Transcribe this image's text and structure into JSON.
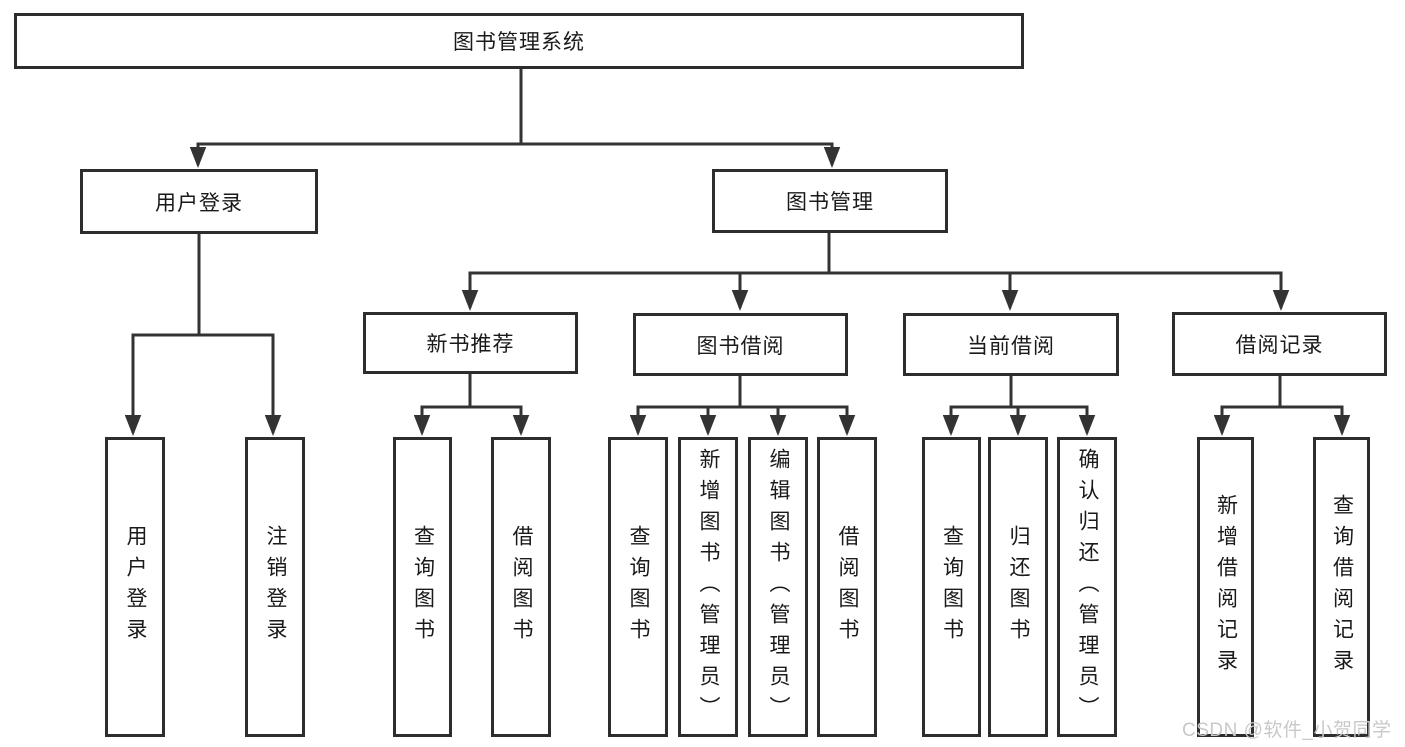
{
  "tree": {
    "label": "图书管理系统",
    "children": [
      {
        "label": "用户登录",
        "children": [
          {
            "label": "用户登录"
          },
          {
            "label": "注销登录"
          }
        ]
      },
      {
        "label": "图书管理",
        "children": [
          {
            "label": "新书推荐",
            "children": [
              {
                "label": "查询图书"
              },
              {
                "label": "借阅图书"
              }
            ]
          },
          {
            "label": "图书借阅",
            "children": [
              {
                "label": "查询图书"
              },
              {
                "label": "新增图书（管理员）"
              },
              {
                "label": "编辑图书（管理员）"
              },
              {
                "label": "借阅图书"
              }
            ]
          },
          {
            "label": "当前借阅",
            "children": [
              {
                "label": "查询图书"
              },
              {
                "label": "归还图书"
              },
              {
                "label": "确认归还（管理员）"
              }
            ]
          },
          {
            "label": "借阅记录",
            "children": [
              {
                "label": "新增借阅记录"
              },
              {
                "label": "查询借阅记录"
              }
            ]
          }
        ]
      }
    ]
  },
  "watermark": {
    "text": "CSDN @软件_小贺同学"
  },
  "colors": {
    "line": "#333333",
    "box_border": "#2d2d2d",
    "text": "#1a1a1a",
    "watermark": "#c9c9c9",
    "background": "#ffffff"
  }
}
